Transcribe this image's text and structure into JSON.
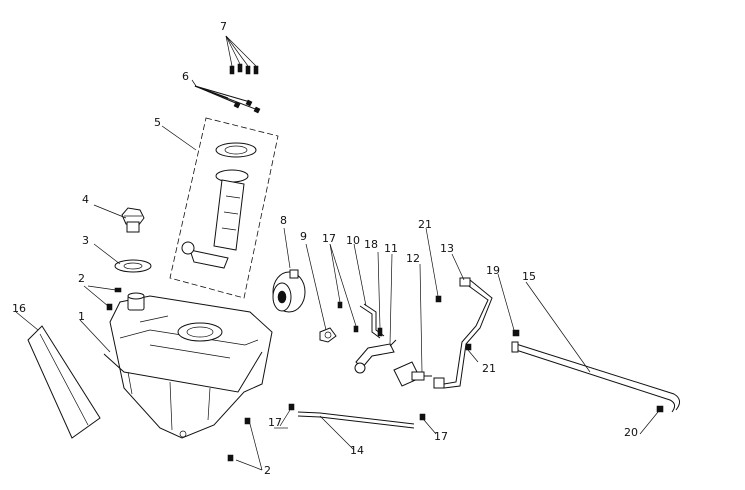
{
  "callouts": {
    "n1": "1",
    "n2a": "2",
    "n2b": "2",
    "n3": "3",
    "n4": "4",
    "n5": "5",
    "n6": "6",
    "n7": "7",
    "n8": "8",
    "n9": "9",
    "n10": "10",
    "n11": "11",
    "n12": "12",
    "n13": "13",
    "n14": "14",
    "n15": "15",
    "n16": "16",
    "n17a": "17",
    "n17b": "17",
    "n17c": "17",
    "n18": "18",
    "n19": "19",
    "n20": "20",
    "n21a": "21",
    "n21b": "21"
  }
}
